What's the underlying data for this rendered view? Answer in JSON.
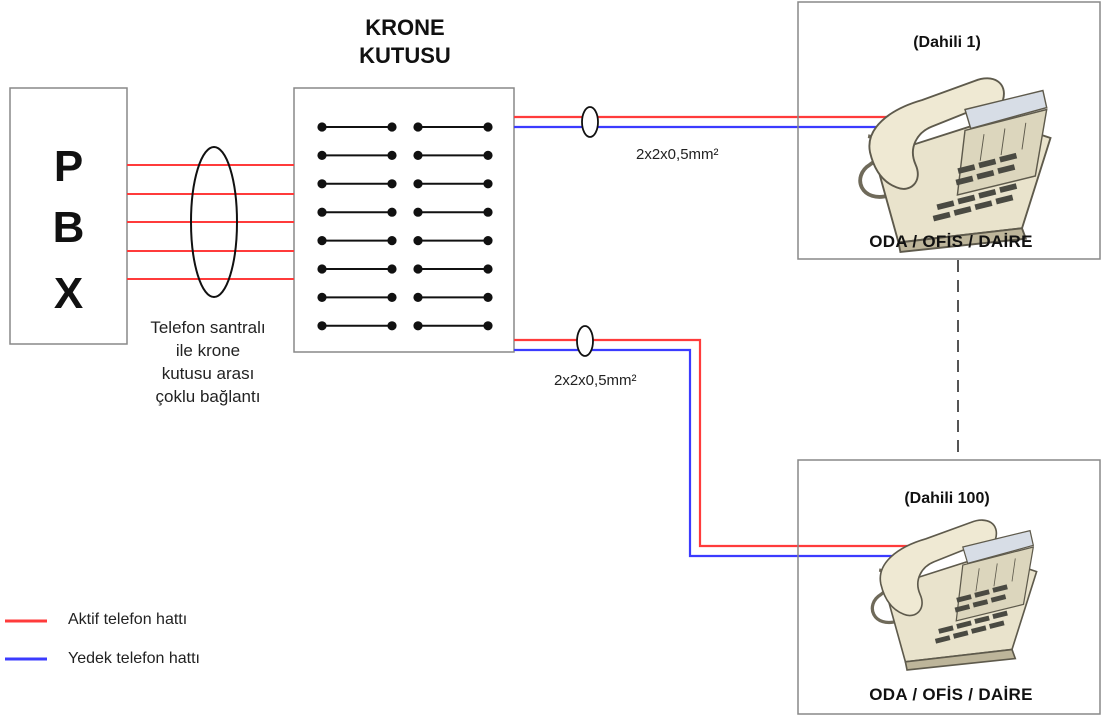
{
  "pbx": {
    "letters": [
      "P",
      "B",
      "X"
    ]
  },
  "krone_box": {
    "title": "KRONE\nKUTUSU"
  },
  "bundle_note": "Telefon santralı\nile krone\nkutusu arası\nçoklu bağlantı",
  "cables": [
    {
      "label": "2x2x0,5mm²"
    },
    {
      "label": "2x2x0,5mm²"
    }
  ],
  "extensions": [
    {
      "name": "(Dahili 1)",
      "location": "ODA / OFİS / DAİRE"
    },
    {
      "name": "(Dahili 100)",
      "location": "ODA / OFİS / DAİRE"
    }
  ],
  "legend": [
    {
      "label": "Aktif  telefon hattı",
      "color": "#ff3b3b"
    },
    {
      "label": "Yedek telefon hattı",
      "color": "#3b3bff"
    }
  ],
  "colors": {
    "active": "#ff3b3b",
    "backup": "#3b3bff",
    "border": "#888888"
  },
  "icons": [
    "telephone-icon"
  ]
}
